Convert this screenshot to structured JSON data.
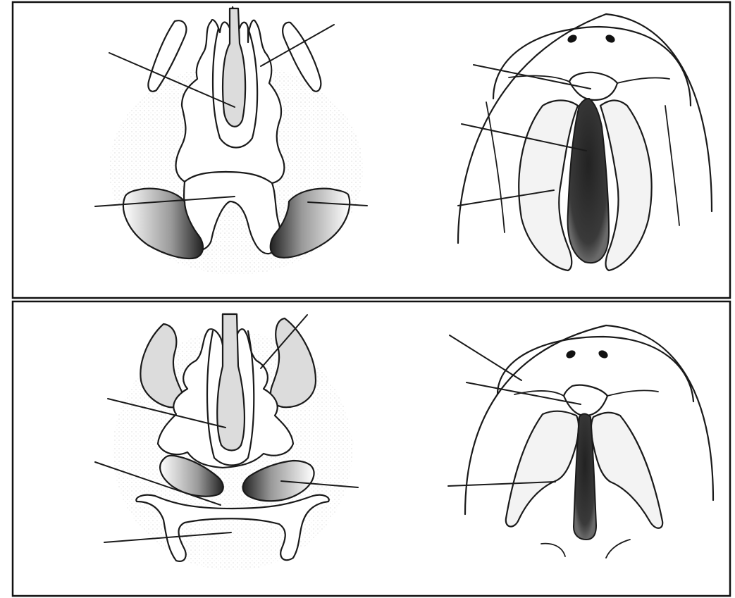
{
  "figure": {
    "description_text": "",
    "panels": [
      {
        "id": "top-left",
        "view": "coronal"
      },
      {
        "id": "top-right",
        "view": "oral"
      },
      {
        "id": "bottom-left",
        "view": "coronal"
      },
      {
        "id": "bottom-right",
        "view": "oral"
      }
    ]
  },
  "colors": {
    "ink": "#1a1a1a",
    "tissue_grey": "#dcdcdc",
    "stipple": "#888888",
    "background": "#ffffff"
  }
}
